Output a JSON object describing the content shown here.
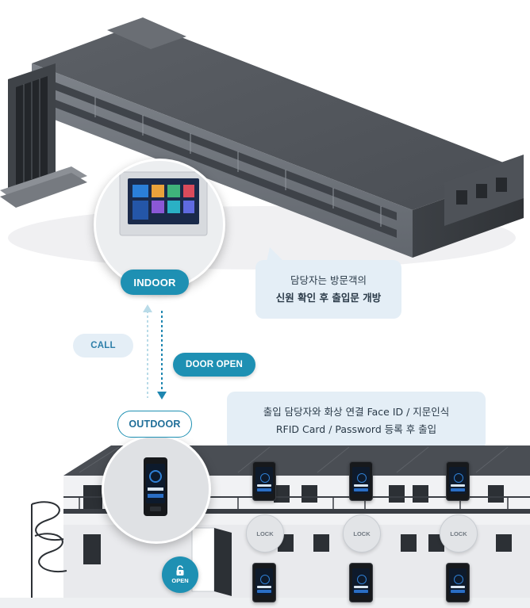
{
  "labels": {
    "indoor": "INDOOR",
    "outdoor": "OUTDOOR",
    "call": "CALL",
    "door_open": "DOOR OPEN",
    "open": "OPEN",
    "lock": "LOCK"
  },
  "bubbles": {
    "indoor_line1": "담당자는 방문객의",
    "indoor_line2": "신원 확인 후 출입문 개방",
    "outdoor_line1": "출입 담당자와 화상 연결 Face ID / 지문인식",
    "outdoor_line2": "RFID Card / Password 등록 후 출입"
  },
  "colors": {
    "accent_teal": "#1e90b3",
    "accent_dark_blue": "#1f6e98",
    "bubble_bg": "#e4eef6",
    "pill_text_light": "#2e7fa9"
  },
  "icons": {
    "open": "padlock-open-icon"
  }
}
